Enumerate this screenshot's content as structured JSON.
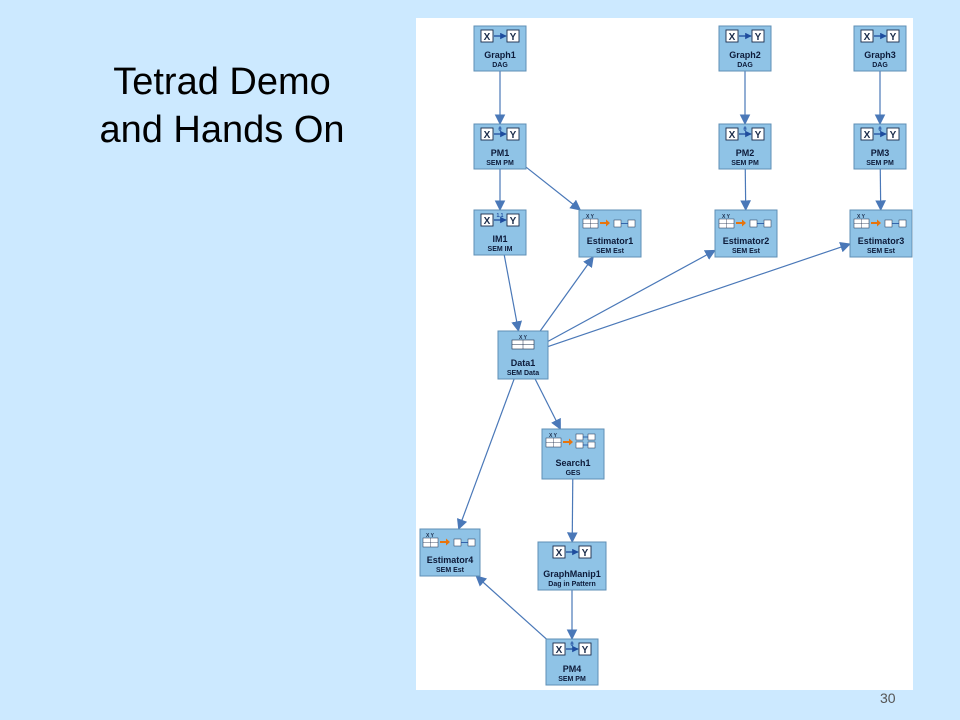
{
  "slide": {
    "title_line1": "Tetrad Demo",
    "title_line2": "and Hands On",
    "page_number": "30"
  },
  "colors": {
    "background": "#cce9ff",
    "canvas": "#ffffff",
    "node_fill": "#8fc3e6",
    "node_stroke": "#5f8fb5",
    "edge": "#4a78b8",
    "icon_arrow": "#1f4d9e",
    "icon_orange_arrow": "#e8740c"
  },
  "nodes": [
    {
      "id": "graph1",
      "name": "Graph1",
      "type": "DAG",
      "icon": "graph-icon"
    },
    {
      "id": "graph2",
      "name": "Graph2",
      "type": "DAG",
      "icon": "graph-icon"
    },
    {
      "id": "graph3",
      "name": "Graph3",
      "type": "DAG",
      "icon": "graph-icon"
    },
    {
      "id": "pm1",
      "name": "PM1",
      "type": "SEM PM",
      "icon": "pm-icon"
    },
    {
      "id": "pm2",
      "name": "PM2",
      "type": "SEM PM",
      "icon": "pm-icon"
    },
    {
      "id": "pm3",
      "name": "PM3",
      "type": "SEM PM",
      "icon": "pm-icon"
    },
    {
      "id": "im1",
      "name": "IM1",
      "type": "SEM IM",
      "icon": "im-icon"
    },
    {
      "id": "est1",
      "name": "Estimator1",
      "type": "SEM Est",
      "icon": "estimator-icon"
    },
    {
      "id": "est2",
      "name": "Estimator2",
      "type": "SEM Est",
      "icon": "estimator-icon"
    },
    {
      "id": "est3",
      "name": "Estimator3",
      "type": "SEM Est",
      "icon": "estimator-icon"
    },
    {
      "id": "data1",
      "name": "Data1",
      "type": "SEM Data",
      "icon": "data-icon"
    },
    {
      "id": "search1",
      "name": "Search1",
      "type": "GES",
      "icon": "search-icon"
    },
    {
      "id": "est4",
      "name": "Estimator4",
      "type": "SEM Est",
      "icon": "estimator-icon"
    },
    {
      "id": "gm1",
      "name": "GraphManip1",
      "type": "Dag in Pattern",
      "icon": "graph-icon"
    },
    {
      "id": "pm4",
      "name": "PM4",
      "type": "SEM PM",
      "icon": "pm-icon"
    }
  ],
  "edges": [
    {
      "from": "graph1",
      "to": "pm1"
    },
    {
      "from": "graph2",
      "to": "pm2"
    },
    {
      "from": "graph3",
      "to": "pm3"
    },
    {
      "from": "pm1",
      "to": "im1"
    },
    {
      "from": "pm1",
      "to": "est1"
    },
    {
      "from": "pm2",
      "to": "est2"
    },
    {
      "from": "pm3",
      "to": "est3"
    },
    {
      "from": "im1",
      "to": "data1"
    },
    {
      "from": "data1",
      "to": "est1"
    },
    {
      "from": "data1",
      "to": "est2"
    },
    {
      "from": "data1",
      "to": "est3"
    },
    {
      "from": "data1",
      "to": "search1"
    },
    {
      "from": "data1",
      "to": "est4"
    },
    {
      "from": "search1",
      "to": "gm1"
    },
    {
      "from": "gm1",
      "to": "pm4"
    },
    {
      "from": "pm4",
      "to": "est4"
    }
  ]
}
